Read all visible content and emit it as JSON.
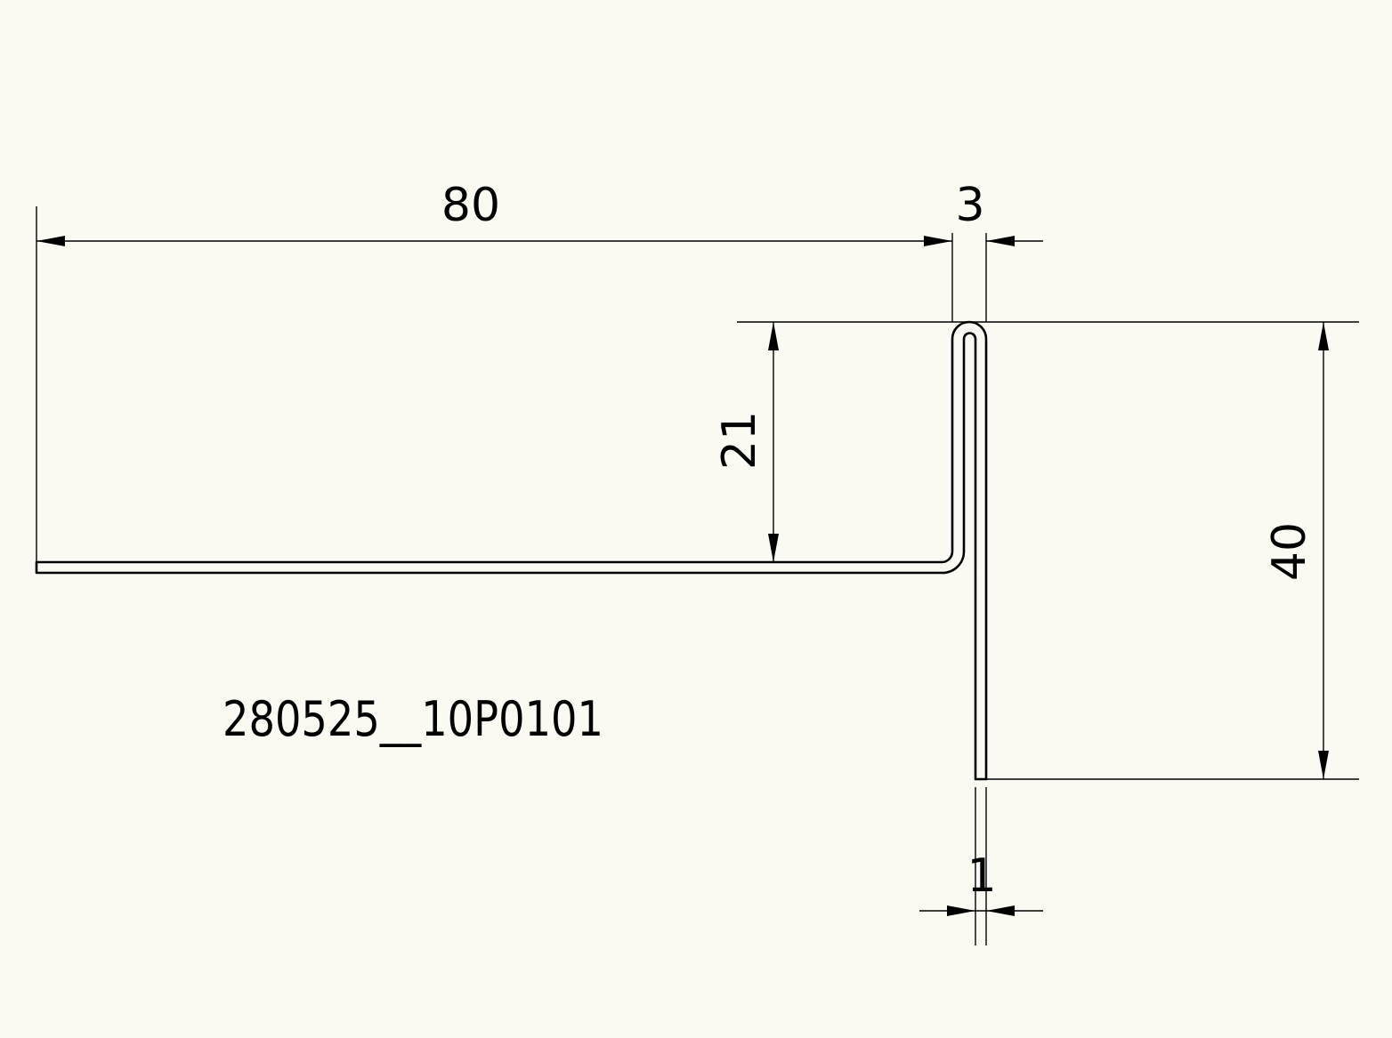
{
  "drawing": {
    "part_label": "280525__10P0101",
    "dimensions": {
      "flange_length": "80",
      "hem_width": "3",
      "hem_height": "21",
      "total_height": "40",
      "thickness": "1"
    },
    "colors": {
      "background": "#fafaf3",
      "line": "#000000"
    }
  }
}
